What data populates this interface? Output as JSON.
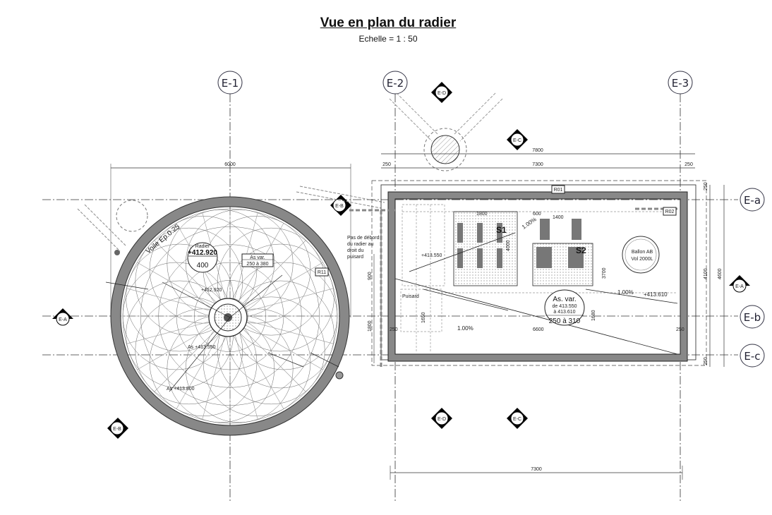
{
  "title": "Vue en plan du radier",
  "scale": "Echelle = 1 : 50",
  "grid": {
    "e1": "E-1",
    "e2": "E-2",
    "e3": "E-3",
    "ea": "E-a",
    "eb": "E-b",
    "ec": "E-c"
  },
  "section_marks": {
    "EA": "E-A",
    "EB": "E-B",
    "EC": "E-C",
    "ED": "E-D"
  },
  "tank": {
    "width_dim": "6000",
    "wall_label": "Voile Ep.0.25",
    "level_title": "Radier",
    "level_value": "+412.920",
    "level_sub": "400",
    "center_level": "+412.920",
    "as1": "As +413.550",
    "as2": "As +413.800",
    "var_box": "As var.",
    "var_range": "250 à 380",
    "mark_r11": "R11"
  },
  "building": {
    "dim_top_outer": "7800",
    "dim_top_inner": "7300",
    "dim_left": "250",
    "dim_right": "250",
    "dim_bottom": "7300",
    "dim_right_total": "4600",
    "dim_right_inner": "4100",
    "dim_right_small": "250",
    "dim_right_bot": "250",
    "dim_left_900": "900",
    "dim_left_1800": "1800",
    "dim_1650": "1650",
    "dim_1680": "1680",
    "dim_3700": "3700",
    "dim_1800a": "1800",
    "dim_600": "600",
    "dim_1400": "1400",
    "dim_4000": "4000",
    "r01": "R01",
    "r02": "R02",
    "s1": "S1",
    "s2": "S2",
    "ballon_title": "Ballon AB",
    "ballon_vol": "Vol 2000L",
    "note": [
      "Pas de débord",
      "du radier au",
      "droit du",
      "puisard"
    ],
    "puisard": "Puisard",
    "slope1": "1.00%",
    "slope2": "1.00%",
    "slope3": "1.00%",
    "level_right": "+413.610",
    "level_puisard": "+413.550",
    "as_var_title": "As. var.",
    "as_var_from": "de 413.550",
    "as_var_to": "à 413.610",
    "as_var_range": "250 à 310",
    "dim_250b": "250",
    "dim_6600": "6600",
    "dim_250c": "250"
  },
  "colors": {
    "line": "#222222",
    "hatch": "#888888",
    "wall": "#8a8a8a",
    "axis": "#223344"
  }
}
